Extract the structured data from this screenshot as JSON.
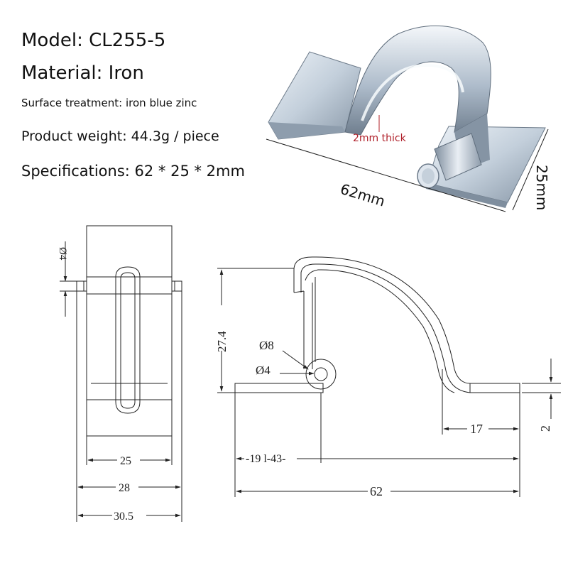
{
  "specs": {
    "model": "Model: CL255-5",
    "material": "Material: Iron",
    "surface": "Surface treatment: iron blue zinc",
    "weight": "Product weight: 44.3g / piece",
    "specifications": "Specifications: 62 * 25 * 2mm"
  },
  "photo": {
    "thickness_note": "2mm thick",
    "length_label": "62mm",
    "width_label": "25mm"
  },
  "front_view": {
    "pin_dia": "Ø4",
    "width_25": "25",
    "width_28": "28",
    "width_30_5": "30.5"
  },
  "side_view": {
    "height": "27.4",
    "dia_8": "Ø8",
    "dia_4": "Ø4",
    "foot_17": "17",
    "thickness_2": "2",
    "partial_19_43": "-19 l-43-",
    "total_62": "62"
  },
  "colors": {
    "line": "#222222",
    "zinc_light": "#e6edf5",
    "zinc_mid": "#b9c6d3",
    "zinc_dark": "#7d8c9c",
    "note_red": "#b0202a"
  }
}
